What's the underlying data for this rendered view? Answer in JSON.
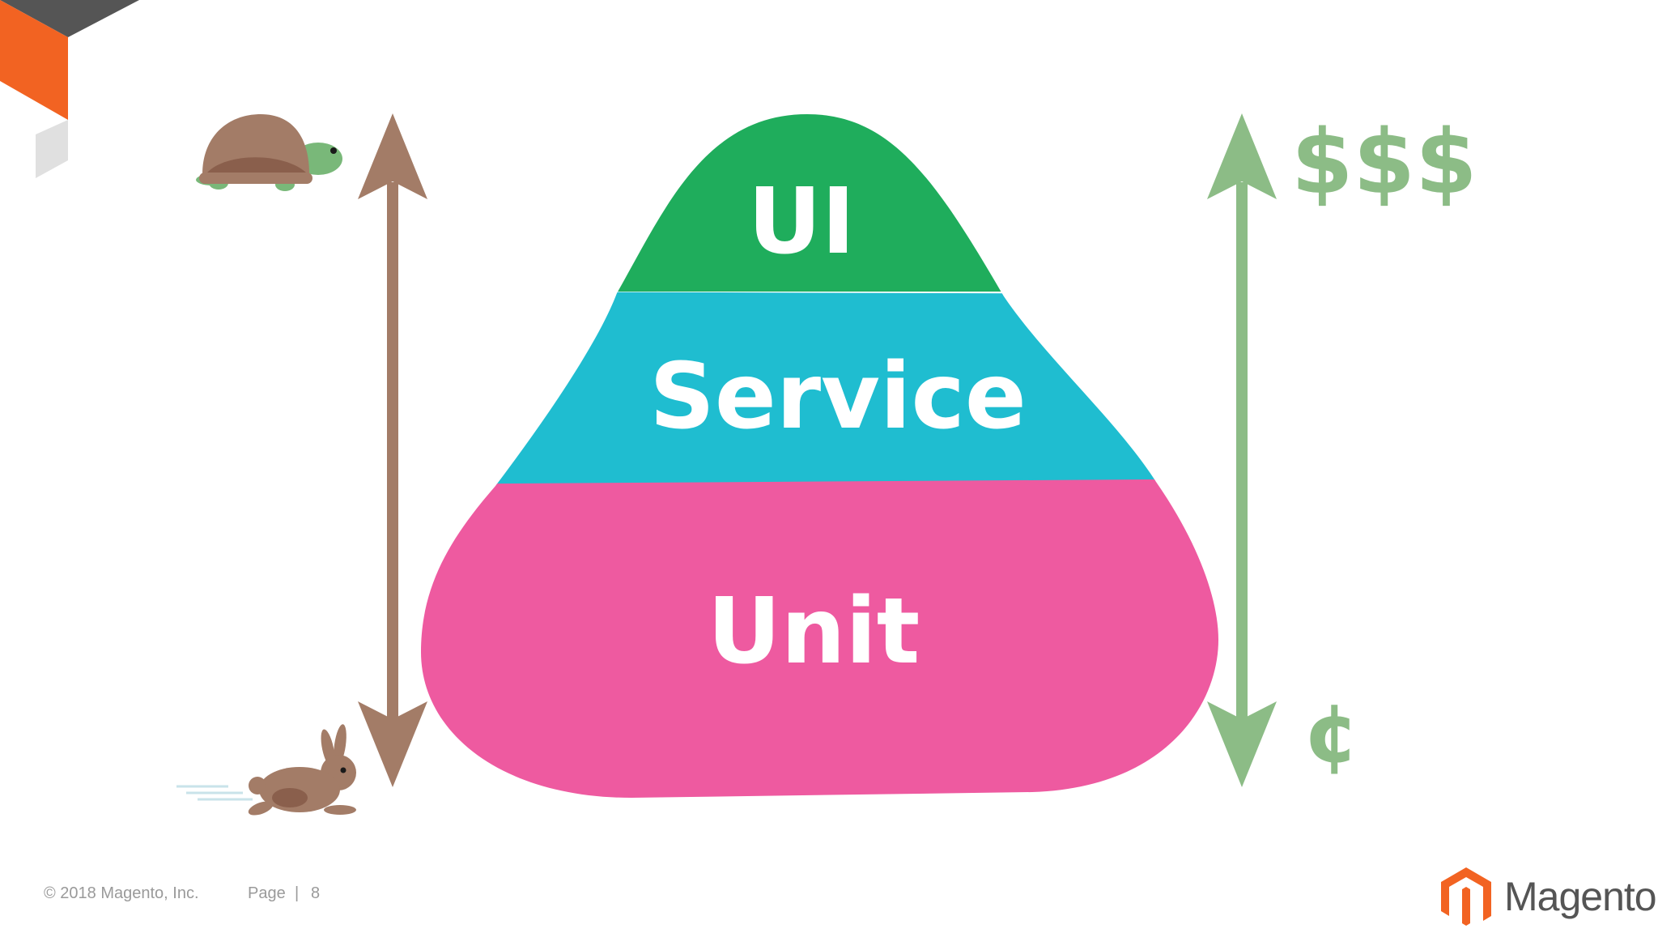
{
  "pyramid": {
    "levels": [
      {
        "label": "UI",
        "color": "#1fad5c"
      },
      {
        "label": "Service",
        "color": "#1fbdd0"
      },
      {
        "label": "Unit",
        "color": "#ee5aa0"
      }
    ],
    "label_color": "#ffffff"
  },
  "speed_axis": {
    "color": "#a37c67",
    "top_icon": "turtle-icon",
    "bottom_icon": "rabbit-icon"
  },
  "cost_axis": {
    "color": "#8cbc86",
    "top_label": "$$$",
    "bottom_label": "¢"
  },
  "footer": {
    "copyright": "© 2018 Magento, Inc.",
    "page_label": "Page",
    "separator": "|",
    "page_number": "8",
    "brand_name": "Magento",
    "brand_icon": "magento-logo-icon"
  },
  "colors": {
    "accent_orange": "#f26322",
    "corner_dark": "#555555",
    "corner_light": "#e0e0e0",
    "footer_text": "#9a9a9a"
  }
}
